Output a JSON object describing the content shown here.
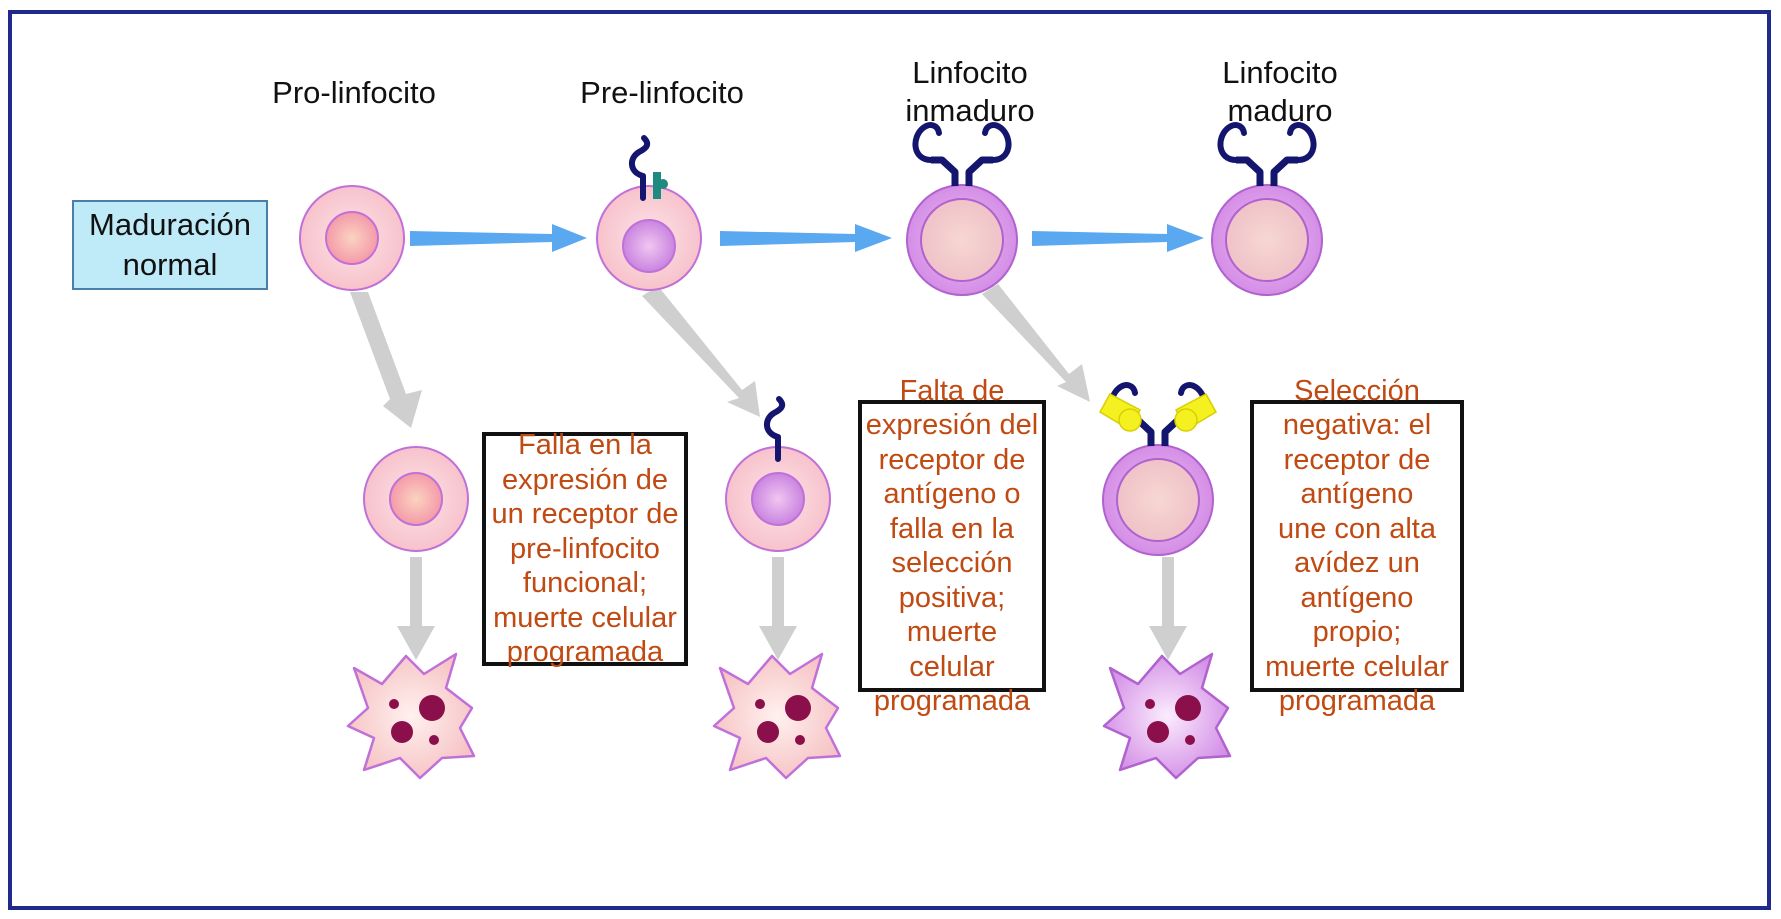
{
  "stages": {
    "pro": "Pro-linfocito",
    "pre": "Pre-linfocito",
    "immature": "Linfocito\ninmaduro",
    "mature": "Linfocito\nmaduro"
  },
  "normal_label": "Maduración\nnormal",
  "failures": {
    "pro": "Falla en la\nexpresión de\nun receptor de\npre-linfocito\nfuncional;\nmuerte celular\nprogramada",
    "pre": "Falta de\nexpresión del\nreceptor de\nantígeno o\nfalla en la\nselección\npositiva;\nmuerte celular\nprogramada",
    "immature": "Selección\nnegativa: el\nreceptor de\nantígeno\nune con alta\navídez un\nantígeno propio;\nmuerte celular\nprogramada"
  },
  "colors": {
    "frame": "#1f2a8c",
    "normal_arrow": "#59a8f0",
    "death_arrow": "#cfcfcf",
    "failure_text": "#c04a12",
    "label_box_fill": "#bfeaf8",
    "cell_pink": "#f9c9d0",
    "cell_purple": "#e3a6ec",
    "receptor": "#14156e",
    "surrogate_chain": "#1f8a7f",
    "antigen": "#f5f020",
    "apoptotic_granule": "#8a0f4a"
  }
}
